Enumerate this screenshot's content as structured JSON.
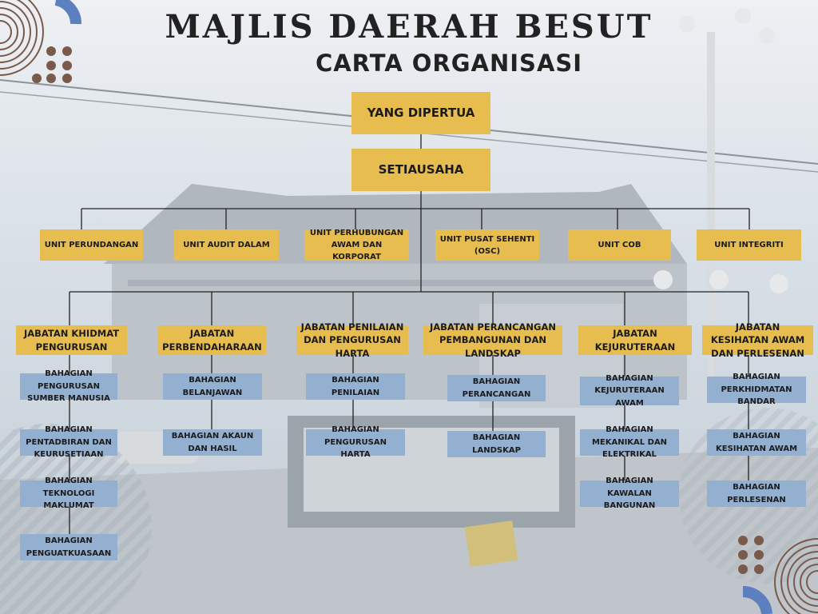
{
  "header": {
    "title": "MAJLIS DAERAH BESUT",
    "subtitle": "CARTA ORGANISASI"
  },
  "colors": {
    "box_primary": "#e7bd4f",
    "box_secondary": "#94b0d0",
    "connector": "#222222",
    "decor_brown": "#7a5a4a",
    "decor_blue": "#5b7fbf"
  },
  "chart": {
    "head": "YANG DIPERTUA",
    "second": "SETIAUSAHA",
    "units": [
      "UNIT PERUNDANGAN",
      "UNIT AUDIT DALAM",
      "UNIT PERHUBUNGAN AWAM DAN KORPORAT",
      "UNIT PUSAT SEHENTI (OSC)",
      "UNIT COB",
      "UNIT INTEGRITI"
    ],
    "departments": [
      {
        "name": "JABATAN KHIDMAT PENGURUSAN",
        "divisions": [
          "BAHAGIAN PENGURUSAN SUMBER MANUSIA",
          "BAHAGIAN PENTADBIRAN DAN KEURUSETIAAN",
          "BAHAGIAN TEKNOLOGI MAKLUMAT",
          "BAHAGIAN PENGUATKUASAAN"
        ]
      },
      {
        "name": "JABATAN PERBENDAHARAAN",
        "divisions": [
          "BAHAGIAN BELANJAWAN",
          "BAHAGIAN AKAUN DAN HASIL"
        ]
      },
      {
        "name": "JABATAN PENILAIAN DAN PENGURUSAN HARTA",
        "divisions": [
          "BAHAGIAN PENILAIAN",
          "BAHAGIAN PENGURUSAN HARTA"
        ]
      },
      {
        "name": "JABATAN PERANCANGAN PEMBANGUNAN DAN LANDSKAP",
        "divisions": [
          "BAHAGIAN PERANCANGAN",
          "BAHAGIAN LANDSKAP"
        ]
      },
      {
        "name": "JABATAN KEJURUTERAAN",
        "divisions": [
          "BAHAGIAN KEJURUTERAAN AWAM",
          "BAHAGIAN MEKANIKAL DAN ELEKTRIKAL",
          "BAHAGIAN KAWALAN BANGUNAN"
        ]
      },
      {
        "name": "JABATAN KESIHATAN AWAM DAN PERLESENAN",
        "divisions": [
          "BAHAGIAN PERKHIDMATAN BANDAR",
          "BAHAGIAN KESIHATAN AWAM",
          "BAHAGIAN PERLESENAN"
        ]
      }
    ]
  }
}
